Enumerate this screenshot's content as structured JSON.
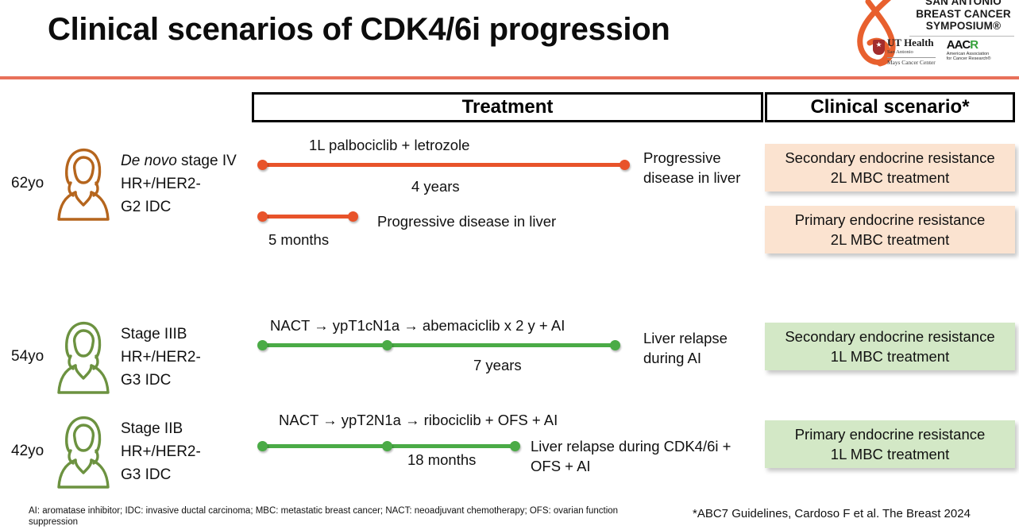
{
  "slide": {
    "title": "Clinical scenarios of CDK4/6i progression"
  },
  "logo": {
    "line1": "SAN ANTONIO",
    "line2": "BREAST CANCER",
    "line3": "SYMPOSIUM®",
    "ut_health": "UT Health",
    "ut_city": "San Antonio",
    "ut_center": "Mays Cancer Center",
    "aacr_aac": "AAC",
    "aacr_r": "R",
    "aacr_sub1": "American Association",
    "aacr_sub2": "for Cancer Research®"
  },
  "headers": {
    "treatment": "Treatment",
    "scenario": "Clinical scenario*"
  },
  "patients": [
    {
      "age": "62yo",
      "color": "#b5651d",
      "desc_line1_italic": "De novo",
      "desc_line1_rest": " stage IV",
      "desc_line2": "HR+/HER2-",
      "desc_line3": "G2 IDC"
    },
    {
      "age": "54yo",
      "color": "#6c9240",
      "desc_line1_italic": "",
      "desc_line1_rest": "Stage IIIB",
      "desc_line2": "HR+/HER2-",
      "desc_line3": "G3 IDC"
    },
    {
      "age": "42yo",
      "color": "#6c9240",
      "desc_line1_italic": "",
      "desc_line1_rest": "Stage IIB",
      "desc_line2": "HR+/HER2-",
      "desc_line3": "G3 IDC"
    }
  ],
  "timelines": [
    {
      "treatment_label": "1L palbociclib + letrozole",
      "duration": "4 years",
      "outcome_line1": "Progressive",
      "outcome_line2": "disease in liver",
      "color": "#e8532a"
    },
    {
      "treatment_label": "",
      "duration": "5 months",
      "outcome_line1": "Progressive disease in liver",
      "outcome_line2": "",
      "color": "#e8532a"
    },
    {
      "treatment_label": "NACT → ypT1cN1a → abemaciclib x 2 y + AI",
      "duration": "7 years",
      "outcome_line1": "Liver relapse",
      "outcome_line2": "during AI",
      "color": "#4aab46"
    },
    {
      "treatment_label": "NACT → ypT2N1a → ribociclib + OFS + AI",
      "duration": "18 months",
      "outcome_line1": "Liver relapse during CDK4/6i +",
      "outcome_line2": "OFS + AI",
      "color": "#4aab46"
    }
  ],
  "scenarios": [
    {
      "line1": "Secondary endocrine resistance",
      "line2": "2L MBC treatment",
      "tone": "peach",
      "color": "#fbe3d0"
    },
    {
      "line1": "Primary endocrine resistance",
      "line2": "2L MBC treatment",
      "tone": "peach",
      "color": "#fbe3d0"
    },
    {
      "line1": "Secondary endocrine resistance",
      "line2": "1L MBC treatment",
      "tone": "green",
      "color": "#d3e8c6"
    },
    {
      "line1": "Primary endocrine resistance",
      "line2": "1L MBC treatment",
      "tone": "green",
      "color": "#d3e8c6"
    }
  ],
  "footnotes": {
    "abbreviations": "AI: aromatase inhibitor; IDC: invasive ductal carcinoma; MBC: metastatic breast cancer; NACT: neoadjuvant chemotherapy; OFS: ovarian function suppression",
    "reference": "*ABC7 Guidelines, Cardoso F et al. The Breast 2024"
  },
  "colors": {
    "accent_rule": "#e8705a",
    "orange": "#e8532a",
    "green": "#4aab46",
    "peach_box": "#fbe3d0",
    "green_box": "#d3e8c6"
  }
}
